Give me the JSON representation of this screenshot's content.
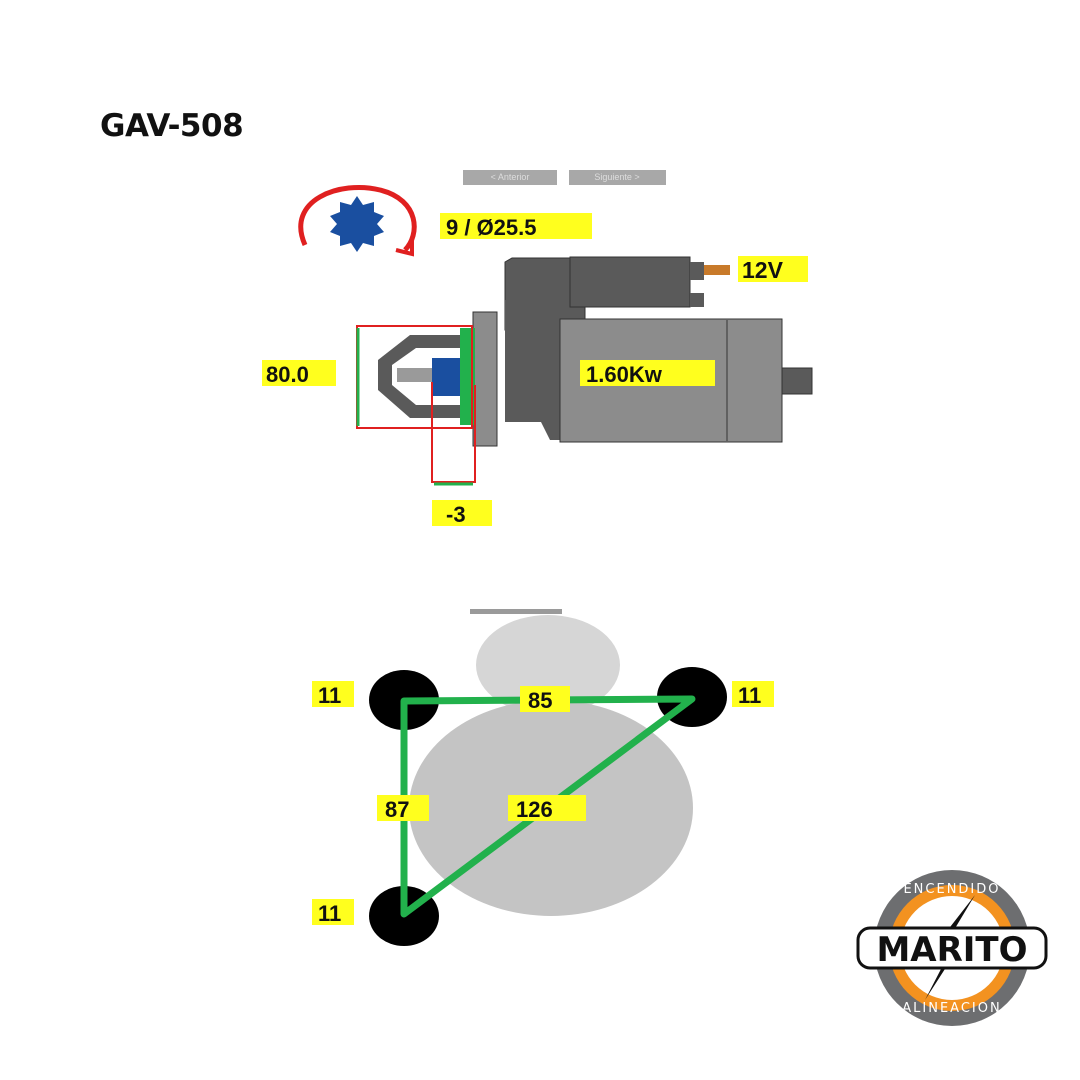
{
  "title": "GAV-508",
  "nav": {
    "prev": "< Anterior",
    "next": "Siguiente >"
  },
  "starter": {
    "teeth_diameter": "9 / Ø25.5",
    "voltage": "12V",
    "power": "1.60Kw",
    "flange_diameter": "80.0",
    "offset": "-3"
  },
  "mounting": {
    "hole_top_left": "11",
    "hole_top_right": "11",
    "hole_bottom_left": "11",
    "top_distance": "85",
    "left_distance": "87",
    "diagonal_distance": "126"
  },
  "logo": {
    "top": "ENCENDIDO",
    "name": "MARITO",
    "bottom": "ALINEACION"
  },
  "colors": {
    "label_bg": "#ffff1e",
    "green": "#22b14c",
    "red": "#e02020",
    "body": "#8c8c8c",
    "dark": "#555555",
    "gear": "#1a4fa0",
    "orange": "#f39220"
  }
}
